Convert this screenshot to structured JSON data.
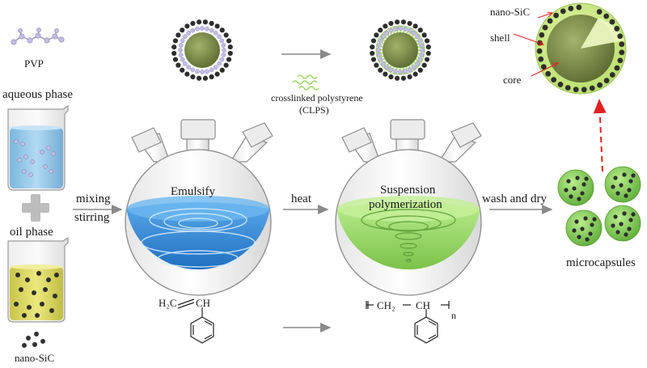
{
  "labels": {
    "pvp": "PVP",
    "aqueous_phase": "aqueous phase",
    "oil_phase": "oil phase",
    "nano_sic_bottom": "nano-SiC",
    "mixing": "mixing",
    "stirring": "stirring",
    "emulsify": "Emulsify",
    "heat": "heat",
    "suspension": "Suspension",
    "polymerization": "polymerization",
    "wash_and_dry": "wash and dry",
    "microcapsules": "microcapsules",
    "clps_line1": "crosslinked polystyrene",
    "clps_line2": "(CLPS)",
    "nano_sic_top": "nano-SiC",
    "shell": "shell",
    "core": "core",
    "monomer_h2c": "H₂C",
    "monomer_ch": "CH",
    "polymer_repeat": "CH₂",
    "polymer_ch": "CH",
    "polymer_n": "n"
  },
  "colors": {
    "water": "#8fc4e8",
    "oil": "#e0dc6a",
    "emulsion": "#2f86d6",
    "polymer_green": "#8fd156",
    "core_green": "#7d8f4a",
    "sic_dot": "#333333",
    "pvp_bead": "#b9b3dd",
    "arrow_gray": "#8a8a8a",
    "arrow_red": "#e02020"
  }
}
